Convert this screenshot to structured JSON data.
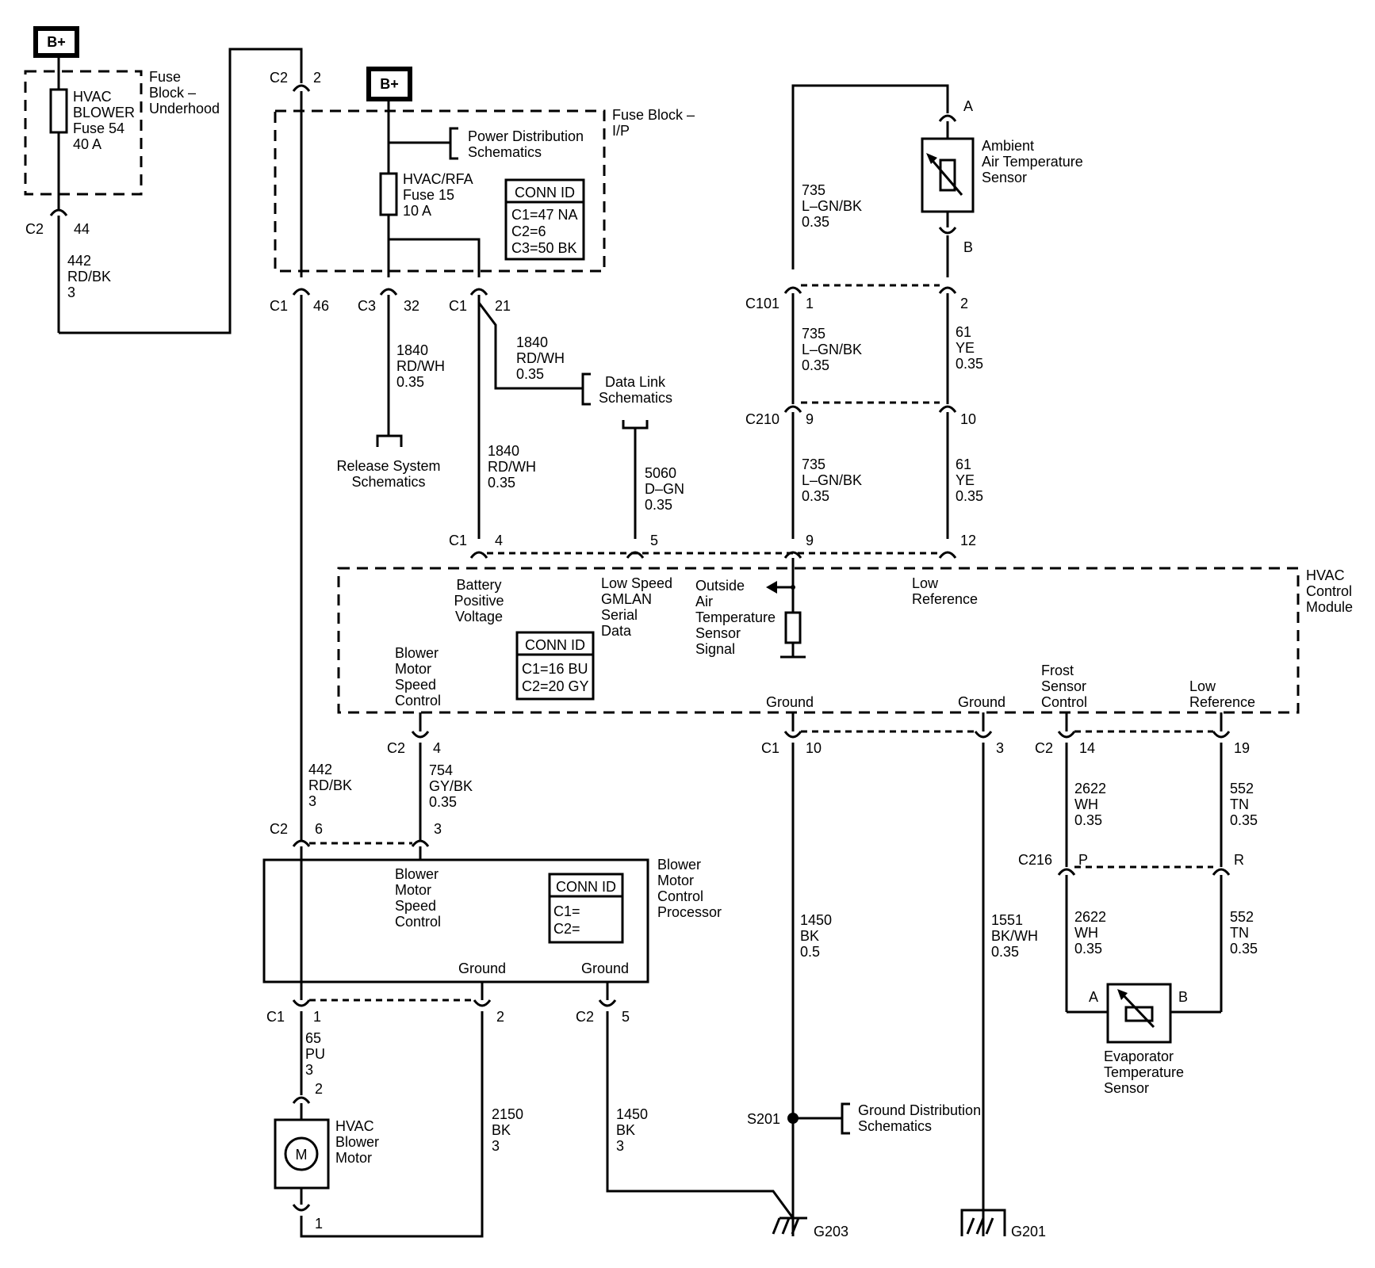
{
  "battery": {
    "label": "B+"
  },
  "fuse_block_underhood": {
    "label": [
      "Fuse",
      "Block –",
      "Underhood"
    ],
    "fuse": [
      "HVAC",
      "BLOWER",
      "Fuse 54",
      "40 A"
    ]
  },
  "fuse_block_ip": {
    "label": [
      "Fuse Block –",
      "I/P"
    ],
    "fuse": [
      "HVAC/RFA",
      "Fuse 15",
      "10 A"
    ],
    "power_dist": [
      "Power Distribution",
      "Schematics"
    ],
    "conn_id": {
      "title": "CONN ID",
      "rows": [
        "C1=47 NA",
        "C2=6",
        "C3=50 BK"
      ]
    }
  },
  "connectors": {
    "c2_44": [
      "C2",
      "44"
    ],
    "c2_2": [
      "C2",
      "2"
    ],
    "c1_46": [
      "C1",
      "46"
    ],
    "c3_32": [
      "C3",
      "32"
    ],
    "c1_21": [
      "C1",
      "21"
    ],
    "c101": [
      "C101",
      "1",
      "2"
    ],
    "c210": [
      "C210",
      "9",
      "10"
    ],
    "hvac_c1": [
      "C1",
      "4",
      "5",
      "9",
      "12"
    ],
    "hvac_c1_lower": [
      "C1",
      "10",
      "3"
    ],
    "hvac_c2_lower": [
      "C2",
      "14",
      "19"
    ],
    "c2_4": [
      "C2",
      "4"
    ],
    "c2_6_3": [
      "C2",
      "6",
      "3"
    ],
    "c216": [
      "C216",
      "P",
      "R"
    ],
    "c1_1_2": [
      "C1",
      "1",
      "2"
    ],
    "c2_5": [
      "C2",
      "5"
    ],
    "motor_2": "2",
    "motor_1": "1",
    "sensor_a": "A",
    "sensor_b": "B",
    "evap_a": "A",
    "evap_b": "B"
  },
  "wires": {
    "w442_top": [
      "442",
      "RD/BK",
      "3"
    ],
    "w1840_a": [
      "1840",
      "RD/WH",
      "0.35"
    ],
    "w1840_b": [
      "1840",
      "RD/WH",
      "0.35"
    ],
    "w1840_c": [
      "1840",
      "RD/WH",
      "0.35"
    ],
    "w5060": [
      "5060",
      "D–GN",
      "0.35"
    ],
    "w735_a": [
      "735",
      "L–GN/BK",
      "0.35"
    ],
    "w735_b": [
      "735",
      "L–GN/BK",
      "0.35"
    ],
    "w735_c": [
      "735",
      "L–GN/BK",
      "0.35"
    ],
    "w61_a": [
      "61",
      "YE",
      "0.35"
    ],
    "w61_b": [
      "61",
      "YE",
      "0.35"
    ],
    "w442_mid": [
      "442",
      "RD/BK",
      "3"
    ],
    "w754": [
      "754",
      "GY/BK",
      "0.35"
    ],
    "w1450_a": [
      "1450",
      "BK",
      "0.5"
    ],
    "w1551": [
      "1551",
      "BK/WH",
      "0.35"
    ],
    "w2622_a": [
      "2622",
      "WH",
      "0.35"
    ],
    "w2622_b": [
      "2622",
      "WH",
      "0.35"
    ],
    "w552_a": [
      "552",
      "TN",
      "0.35"
    ],
    "w552_b": [
      "552",
      "TN",
      "0.35"
    ],
    "w65": [
      "65",
      "PU",
      "3"
    ],
    "w2150": [
      "2150",
      "BK",
      "3"
    ],
    "w1450_b": [
      "1450",
      "BK",
      "3"
    ]
  },
  "links": {
    "data_link": [
      "Data Link",
      "Schematics"
    ],
    "release_system": [
      "Release System",
      "Schematics"
    ],
    "ground_dist": [
      "Ground Distribution",
      "Schematics"
    ]
  },
  "ambient_sensor": [
    "Ambient",
    "Air Temperature",
    "Sensor"
  ],
  "hvac_module": {
    "label": [
      "HVAC",
      "Control",
      "Module"
    ],
    "battery_pos": [
      "Battery",
      "Positive",
      "Voltage"
    ],
    "gmlan": [
      "Low Speed",
      "GMLAN",
      "Serial",
      "Data"
    ],
    "outside_air": [
      "Outside",
      "Air",
      "Temperature",
      "Sensor",
      "Signal"
    ],
    "low_ref_top": [
      "Low",
      "Reference"
    ],
    "blower_speed": [
      "Blower",
      "Motor",
      "Speed",
      "Control"
    ],
    "conn_id": {
      "title": "CONN ID",
      "rows": [
        "C1=16 BU",
        "C2=20 GY"
      ]
    },
    "ground1": "Ground",
    "ground2": "Ground",
    "frost": [
      "Frost",
      "Sensor",
      "Control"
    ],
    "low_ref_bottom": [
      "Low",
      "Reference"
    ]
  },
  "blower_processor": {
    "label": [
      "Blower",
      "Motor",
      "Control",
      "Processor"
    ],
    "speed": [
      "Blower",
      "Motor",
      "Speed",
      "Control"
    ],
    "conn_id": {
      "title": "CONN ID",
      "rows": [
        "C1=",
        "C2="
      ]
    },
    "ground1": "Ground",
    "ground2": "Ground"
  },
  "blower_motor": {
    "label": [
      "HVAC",
      "Blower",
      "Motor"
    ],
    "symbol": "M"
  },
  "evap_sensor": [
    "Evaporator",
    "Temperature",
    "Sensor"
  ],
  "splice": "S201",
  "grounds": {
    "g203": "G203",
    "g201": "G201"
  }
}
